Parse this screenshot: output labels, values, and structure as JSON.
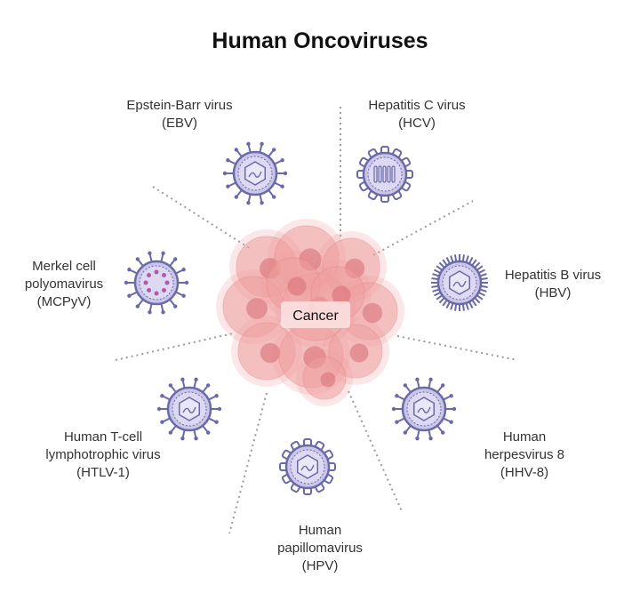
{
  "title": "Human Oncoviruses",
  "center": {
    "label": "Cancer"
  },
  "viruses": [
    {
      "key": "ebv",
      "lines": [
        "Epstein-Barr virus",
        "(EBV)"
      ]
    },
    {
      "key": "hcv",
      "lines": [
        "Hepatitis C virus",
        "(HCV)"
      ]
    },
    {
      "key": "hbv",
      "lines": [
        "Hepatitis B virus",
        "(HBV)"
      ]
    },
    {
      "key": "mcpyv",
      "lines": [
        "Merkel cell",
        "polyomavirus",
        "(MCPyV)"
      ]
    },
    {
      "key": "htlv",
      "lines": [
        "Human T-cell",
        "lymphotrophic virus",
        "(HTLV-1)"
      ]
    },
    {
      "key": "hpv",
      "lines": [
        "Human",
        "papillomavirus",
        "(HPV)"
      ]
    },
    {
      "key": "hhv8",
      "lines": [
        "Human",
        "herpesvirus 8",
        "(HHV-8)"
      ]
    }
  ],
  "colors": {
    "virus_stroke": "#6a6aa8",
    "virus_fill": "#c9c6e8",
    "cancer": "#f0a0a0",
    "cancer_nucleus": "#d9737a"
  }
}
